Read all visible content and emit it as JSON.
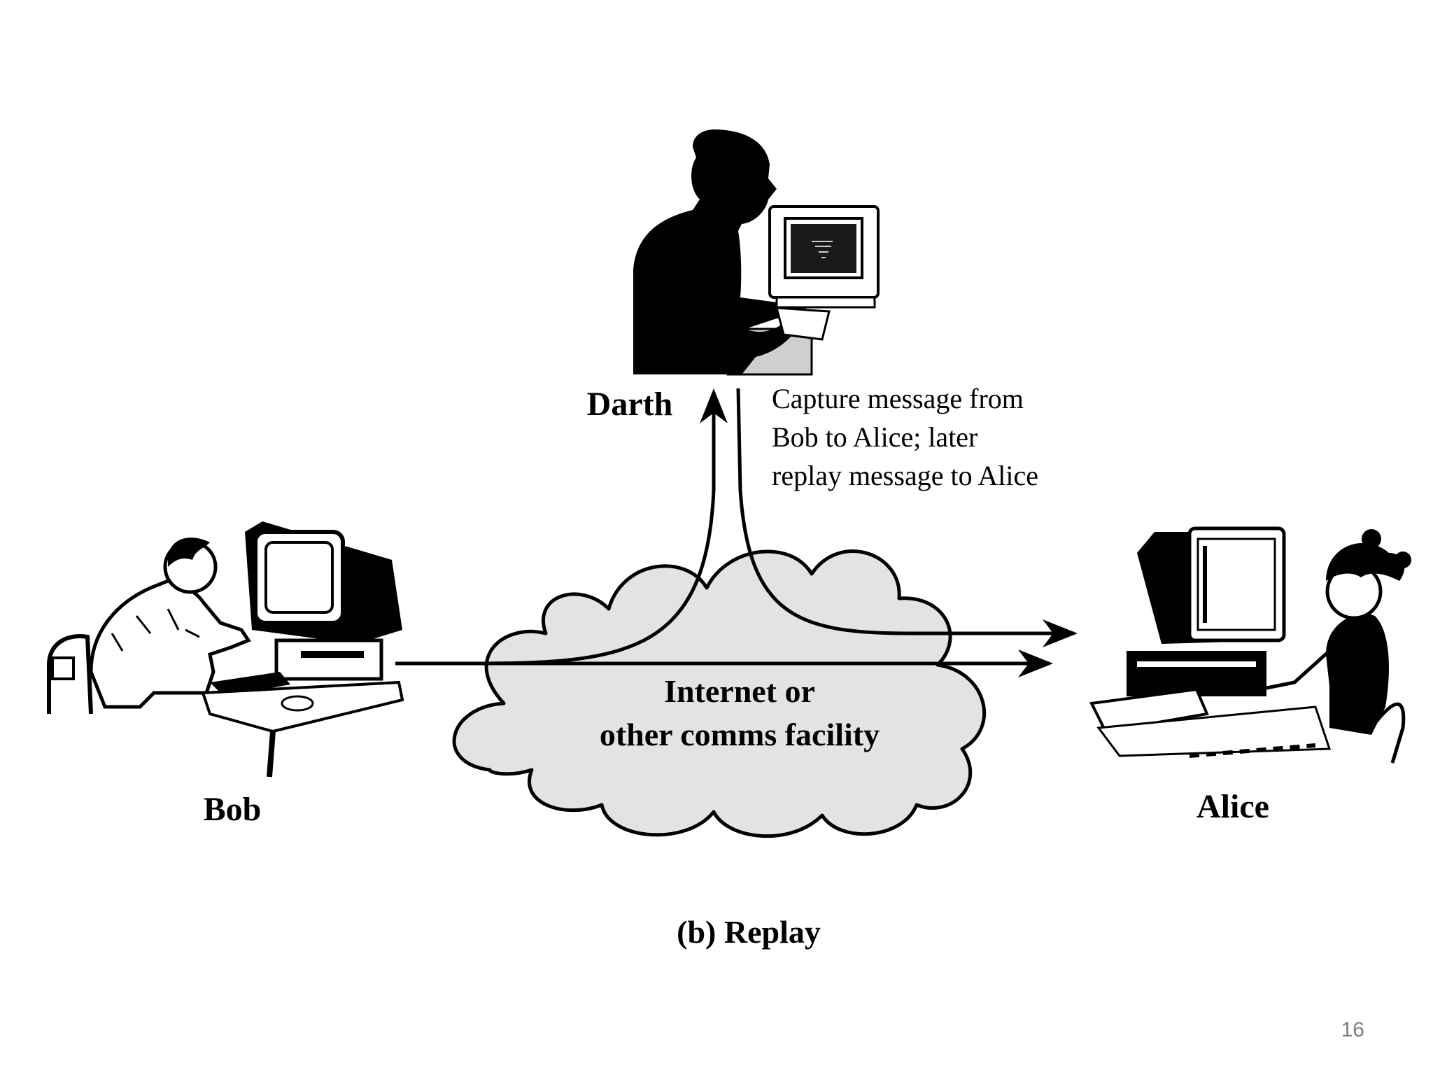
{
  "actors": {
    "darth": "Darth",
    "bob": "Bob",
    "alice": "Alice"
  },
  "annotation": {
    "line1": "Capture message from",
    "line2": "Bob to Alice; later",
    "line3": "replay message to Alice"
  },
  "network": {
    "line1": "Internet or",
    "line2": "other comms facility"
  },
  "caption": "(b) Replay",
  "page_number": "16",
  "colors": {
    "cloud_fill": "#e3e3e3",
    "ink": "#000000",
    "page_number": "#7f7f7f"
  }
}
